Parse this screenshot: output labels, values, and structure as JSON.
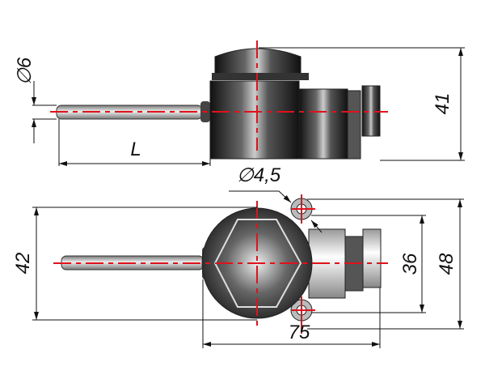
{
  "title": "Temperature sensor with connection head – dimensional drawing",
  "top_view": {
    "dimensions": {
      "probe_diameter": "∅6",
      "probe_length": "L",
      "height": "41"
    }
  },
  "front_view": {
    "dimensions": {
      "hole_diameter": "∅4,5",
      "head_diameter": "42",
      "hole_spacing": "36",
      "flange_height": "48",
      "overall_length": "75"
    }
  },
  "colors": {
    "centerline": "#e0121b",
    "lines": "#111111"
  }
}
